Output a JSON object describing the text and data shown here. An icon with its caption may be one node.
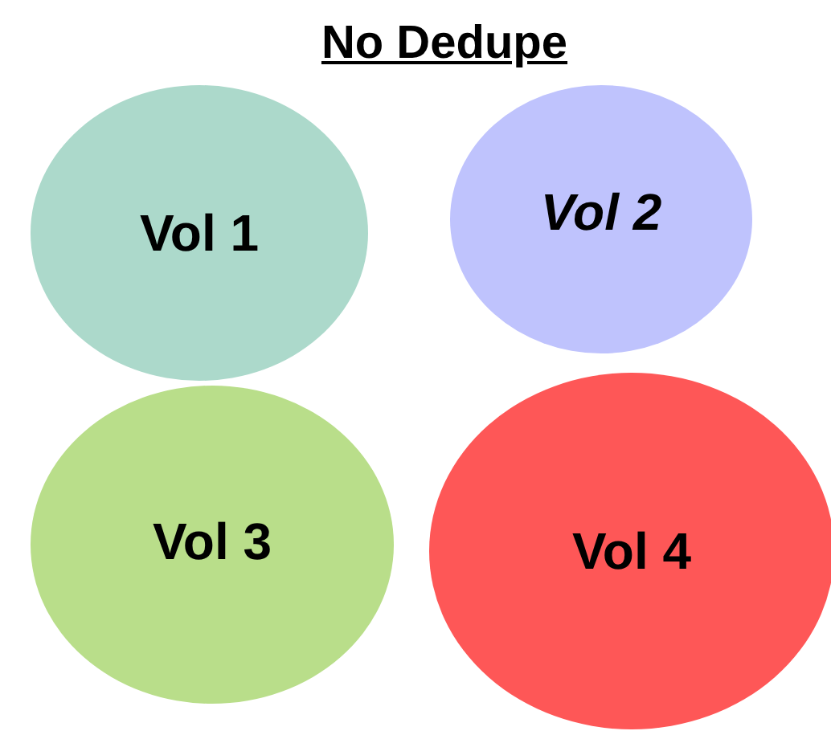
{
  "diagram": {
    "title": "No Dedupe",
    "nodes": [
      {
        "text": [
          "Vol 1"
        ]
      },
      {
        "text": [
          "Vol 2"
        ]
      },
      {
        "text": [
          "Vol 3"
        ]
      },
      {
        "text": [
          "Vol 4"
        ]
      }
    ]
  }
}
